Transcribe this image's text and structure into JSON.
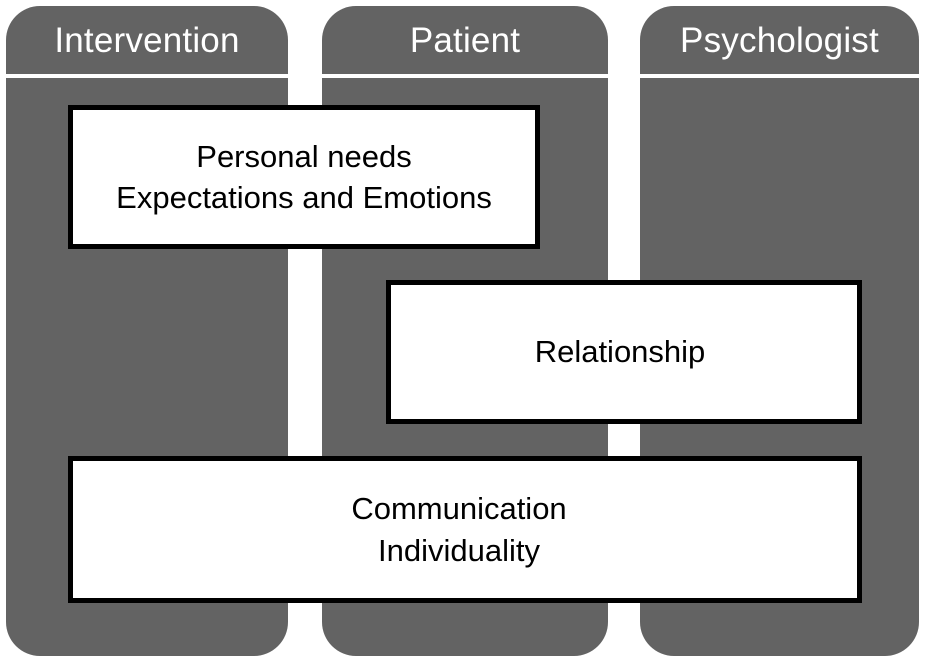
{
  "diagram": {
    "type": "swimlane-matrix",
    "title": "Intervention / Patient / Psychologist swimlane diagram",
    "colors": {
      "lane_fill": "#636363",
      "lane_header_text": "#ffffff",
      "box_fill": "#ffffff",
      "box_border": "#000000",
      "box_text": "#000000",
      "page_background": "#ffffff"
    },
    "lanes": [
      {
        "id": "intervention",
        "label": "Intervention"
      },
      {
        "id": "patient",
        "label": "Patient"
      },
      {
        "id": "psychologist",
        "label": "Psychologist"
      }
    ],
    "boxes": [
      {
        "id": "personal-needs",
        "lines": [
          "Personal needs",
          "Expectations and Emotions"
        ],
        "spans": [
          "intervention",
          "patient"
        ]
      },
      {
        "id": "relationship",
        "lines": [
          "Relationship"
        ],
        "spans": [
          "patient",
          "psychologist"
        ]
      },
      {
        "id": "communication",
        "lines": [
          "Communication",
          "Individuality"
        ],
        "spans": [
          "intervention",
          "patient",
          "psychologist"
        ]
      }
    ]
  }
}
